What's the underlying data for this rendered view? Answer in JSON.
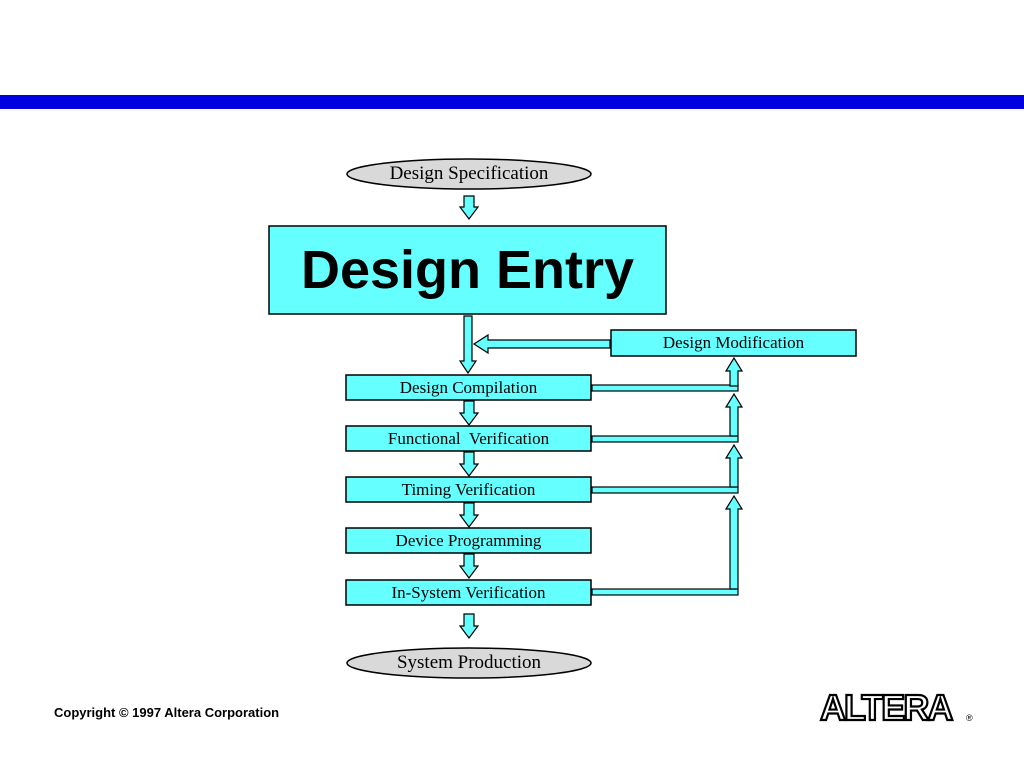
{
  "flow": {
    "start": "Design Specification",
    "entry": "Design Entry",
    "modification": "Design Modification",
    "steps": [
      "Design Compilation",
      "Functional  Verification",
      "Timing Verification",
      "Device Programming",
      "In-System Verification"
    ],
    "end": "System Production"
  },
  "footer": {
    "copyright": "Copyright © 1997 Altera Corporation",
    "logo": "ALTERA",
    "registered": "®"
  },
  "colors": {
    "band": "#0000e0",
    "box_fill": "#66ffff",
    "ellipse_fill": "#d9d9d9"
  }
}
